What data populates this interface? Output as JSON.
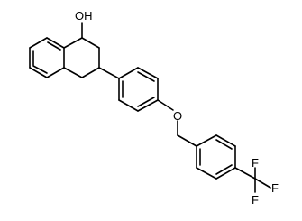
{
  "molecule": {
    "atoms": {
      "hydroxyl": "OH",
      "ether_oxygen": "O",
      "fluorine_1": "F",
      "fluorine_2": "F",
      "fluorine_3": "F"
    }
  },
  "colors": {
    "bond": "#000000",
    "background": "#ffffff",
    "label": "#000000"
  }
}
